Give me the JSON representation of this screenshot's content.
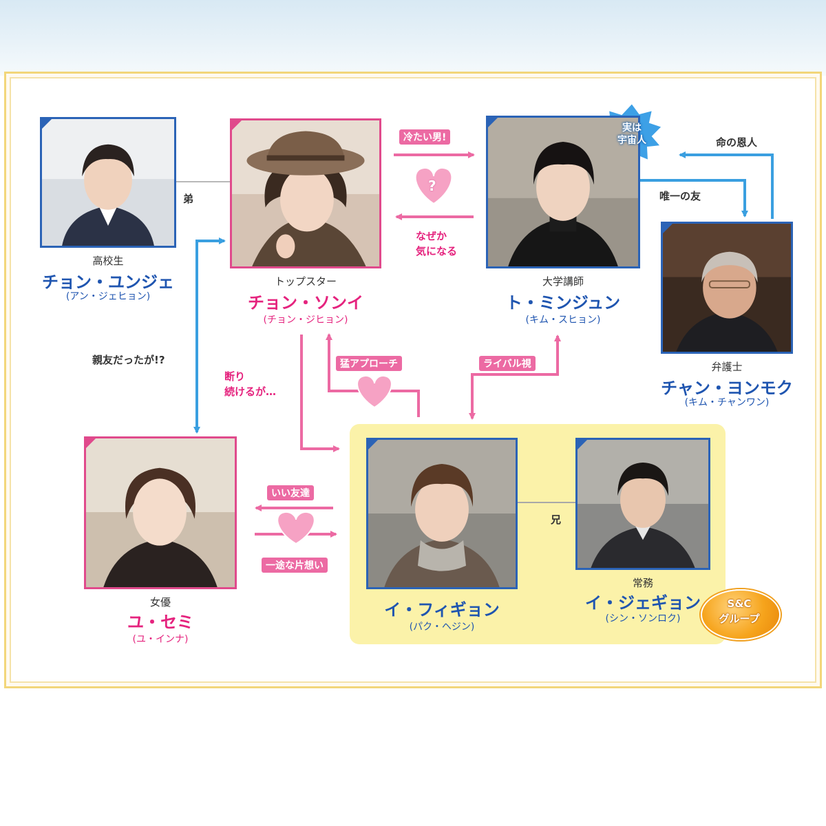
{
  "characters": {
    "eunjae": {
      "role": "高校生",
      "name": "チョン・ユンジェ",
      "actor": "(アン・ジェヒョン)"
    },
    "songyi": {
      "role": "トップスター",
      "name": "チョン・ソンイ",
      "actor": "(チョン・ジヒョン)"
    },
    "minjun": {
      "role": "大学講師",
      "name": "ト・ミンジュン",
      "actor": "(キム・スヒョン)"
    },
    "yongmok": {
      "role": "弁護士",
      "name": "チャン・ヨンモク",
      "actor": "(キム・チャンワン)"
    },
    "semi": {
      "role": "女優",
      "name": "ユ・セミ",
      "actor": "(ユ・インナ)"
    },
    "huigyeong": {
      "role": "",
      "name": "イ・フィギョン",
      "actor": "(パク・ヘジン)"
    },
    "jaegyeong": {
      "role": "常務",
      "name": "イ・ジェギョン",
      "actor": "(シン・ソンロク)"
    }
  },
  "relations": {
    "brother_younger": "弟",
    "cold_man": "冷たい男!",
    "question_mark": "?",
    "somehow_line1": "なぜか",
    "somehow_line2": "気になる",
    "savior": "命の恩人",
    "only_friend": "唯一の友",
    "alien_line1": "実は",
    "alien_line2": "宇宙人",
    "best_friends": "親友だったが!?",
    "keep_refusing_line1": "断り",
    "keep_refusing_line2": "続けるが…",
    "aggressive_approach": "猛アプローチ",
    "rival": "ライバル視",
    "good_friend": "いい友達",
    "one_sided_love": "一途な片想い",
    "brother_older": "兄",
    "group_line1": "S&C",
    "group_line2": "グループ"
  },
  "colors": {
    "blue": "#1f55b0",
    "pink": "#e5237e",
    "arrow_pink": "#ec6aa3",
    "arrow_blue": "#3a9fe0",
    "group_bg": "#fbf2a9",
    "frame": "#f2d67a"
  }
}
